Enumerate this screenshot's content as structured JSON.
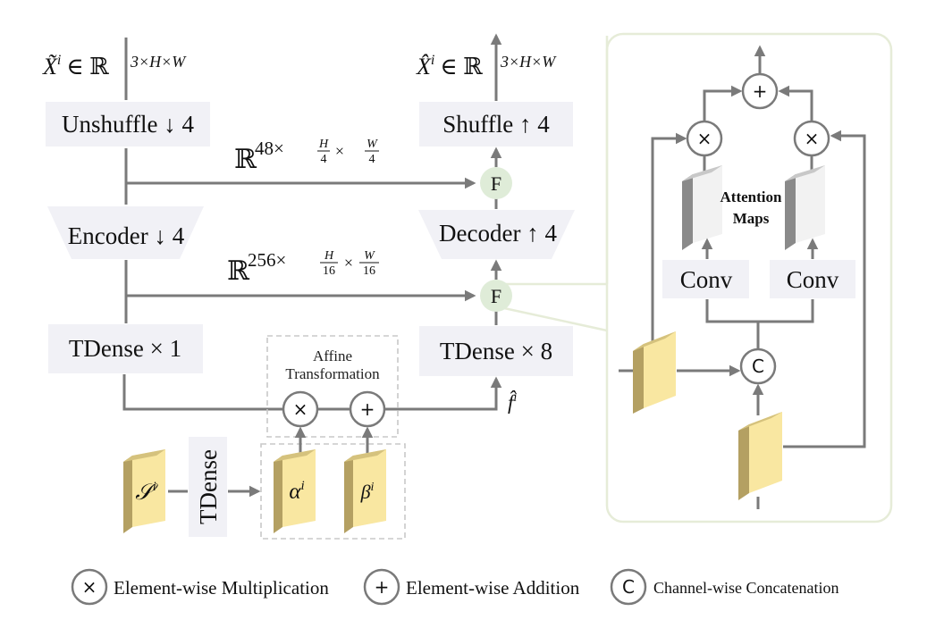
{
  "colors": {
    "line": "#7a7a7a",
    "block_fill": "#f1f1f6",
    "fusion_node_fill": "#dfecd8",
    "panel_border": "#e6ecd8",
    "feature_front": "#f9e7a1",
    "feature_side": "#b4a062",
    "attention_front": "#f2f2f2",
    "attention_side": "#8a8a8a"
  },
  "main": {
    "input_label": {
      "base": "X̃",
      "sup": "i",
      "in": "∈ ℝ",
      "dims": "3×H×W"
    },
    "output_label": {
      "base": "X̂",
      "sup": "i",
      "in": "∈ ℝ",
      "dims": "3×H×W"
    },
    "blocks": {
      "unshuffle": "Unshuffle ↓ 4",
      "encoder": "Encoder ↓ 4",
      "tdense_1": "TDense × 1",
      "shuffle": "Shuffle ↑ 4",
      "decoder": "Decoder ↑ 4",
      "tdense_8": "TDense × 8",
      "tdense_vertical": "TDense"
    },
    "skip_dims": [
      {
        "base": "ℝ",
        "lead": "48×",
        "h_num": "H",
        "h_den": "4",
        "w_num": "W",
        "w_den": "4"
      },
      {
        "base": "ℝ",
        "lead": "256×",
        "h_num": "H",
        "h_den": "16",
        "w_num": "W",
        "w_den": "16"
      }
    ],
    "fusion_label": "F",
    "affine": {
      "title_line1": "Affine",
      "title_line2": "Transformation",
      "mul_symbol": "×",
      "add_symbol": "+"
    },
    "f_hat": {
      "base": "f̂",
      "sup": "i"
    },
    "features": {
      "s": {
        "base": "𝒮",
        "sup": "i"
      },
      "alpha": {
        "base": "α",
        "sup": "i"
      },
      "beta": {
        "base": "β",
        "sup": "i"
      }
    }
  },
  "fusion_panel": {
    "add_symbol": "+",
    "mul_symbol": "×",
    "concat_symbol": "C",
    "attention_line1": "Attention",
    "attention_line2": "Maps",
    "conv_left": "Conv",
    "conv_right": "Conv"
  },
  "legend": [
    {
      "icon": "multiply-icon",
      "symbol": "×",
      "label": "Element-wise Multiplication"
    },
    {
      "icon": "add-icon",
      "symbol": "+",
      "label": "Element-wise Addition"
    },
    {
      "icon": "concat-icon",
      "symbol": "C",
      "label": "Channel-wise Concatenation"
    }
  ]
}
